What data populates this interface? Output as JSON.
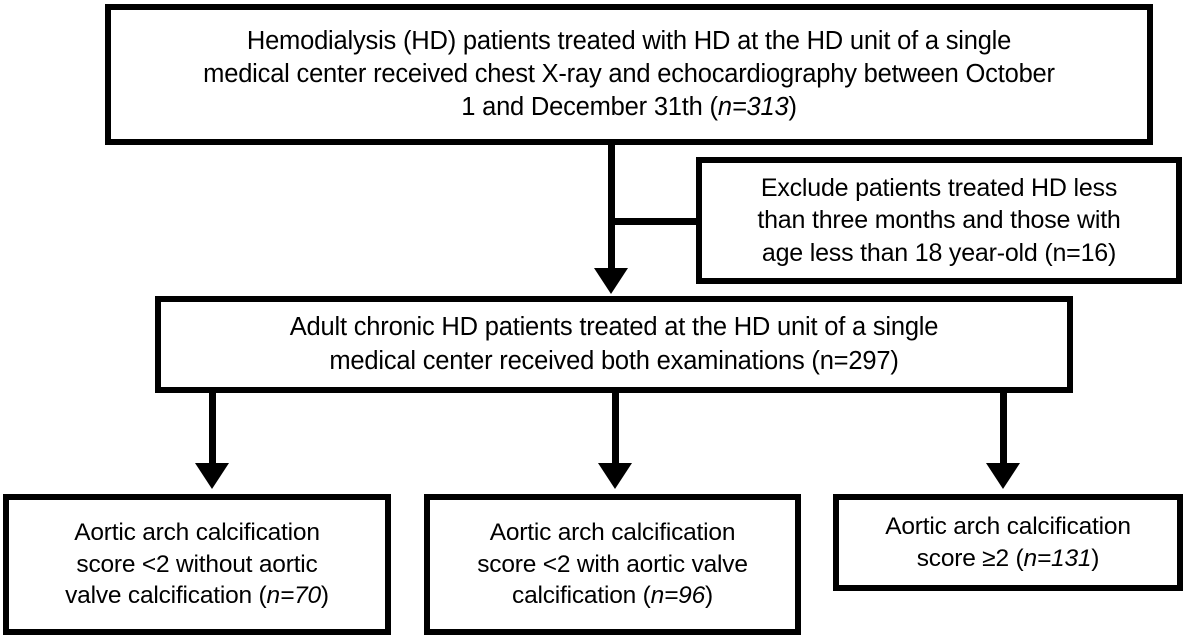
{
  "diagram": {
    "type": "flowchart",
    "title": "Patient enrollment flow diagram",
    "orientation": "top-to-bottom",
    "nodes": [
      {
        "id": "enrollment",
        "role": "source-population",
        "text": "Hemodialysis (HD) patients treated with HD at the HD unit of a single medical center received chest X-ray and echocardiography between October 1 and December 31th (n=313)",
        "text_plain": "Hemodialysis (HD) patients treated with HD at the HD unit of a single medical center received chest X-ray and echocardiography between October 1 and December 31th (n=313)",
        "count_label": "n=313",
        "count": 313,
        "count_italic": true
      },
      {
        "id": "excluded",
        "role": "exclusion",
        "text": "Exclude patients treated HD less than three months and those with age less than 18 year-old (n=16)",
        "count_label": "n=16",
        "count": 16,
        "count_italic": false
      },
      {
        "id": "eligible",
        "role": "included-population",
        "text": "Adult chronic HD patients treated at the HD unit of a single medical center received both examinations (n=297)",
        "count_label": "n=297",
        "count": 297,
        "count_italic": false
      },
      {
        "id": "group1",
        "role": "study-group",
        "text": "Aortic arch calcification score <2 without aortic valve calcification (n=70)",
        "count_label": "n=70",
        "count": 70,
        "count_italic": true
      },
      {
        "id": "group2",
        "role": "study-group",
        "text": "Aortic arch calcification score <2 with aortic valve calcification (n=96)",
        "count_label": "n=96",
        "count": 96,
        "count_italic": true
      },
      {
        "id": "group3",
        "role": "study-group",
        "text": "Aortic arch calcification score ≥2 (n=131)",
        "count_label": "n=131",
        "count": 131,
        "count_italic": true
      }
    ],
    "edges": [
      {
        "from": "enrollment",
        "to": "eligible",
        "arrow": true
      },
      {
        "from": "enrollment",
        "to": "excluded",
        "arrow": false
      },
      {
        "from": "eligible",
        "to": "group1",
        "arrow": true
      },
      {
        "from": "eligible",
        "to": "group2",
        "arrow": true
      },
      {
        "from": "eligible",
        "to": "group3",
        "arrow": true
      }
    ],
    "colors": {
      "background": "#ffffff",
      "border": "#000000",
      "text": "#000000",
      "connector": "#000000"
    }
  },
  "boxes": {
    "enrollment": {
      "line1": "Hemodialysis (HD) patients treated with HD at the HD unit of a single",
      "line2": "medical center received chest X-ray and echocardiography between October",
      "line3_pre": "1 and December 31th (",
      "line3_em": "n=313",
      "line3_post": ")"
    },
    "excluded": {
      "line1": "Exclude patients treated HD less",
      "line2": "than three months and those with",
      "line3": "age less than 18 year-old (n=16)"
    },
    "eligible": {
      "line1": "Adult chronic HD patients treated at the HD unit of a single",
      "line2": "medical center received both examinations (n=297)"
    },
    "group1": {
      "line1": "Aortic arch calcification",
      "line2": "score <2 without aortic",
      "line3_pre": "valve calcification (",
      "line3_em": "n=70",
      "line3_post": ")"
    },
    "group2": {
      "line1": "Aortic arch calcification",
      "line2": "score <2 with aortic valve",
      "line3_pre": "calcification (",
      "line3_em": "n=96",
      "line3_post": ")"
    },
    "group3": {
      "line1": "Aortic arch calcification",
      "line2_pre": "score ≥2 (",
      "line2_em": "n=131",
      "line2_post": ")"
    }
  }
}
